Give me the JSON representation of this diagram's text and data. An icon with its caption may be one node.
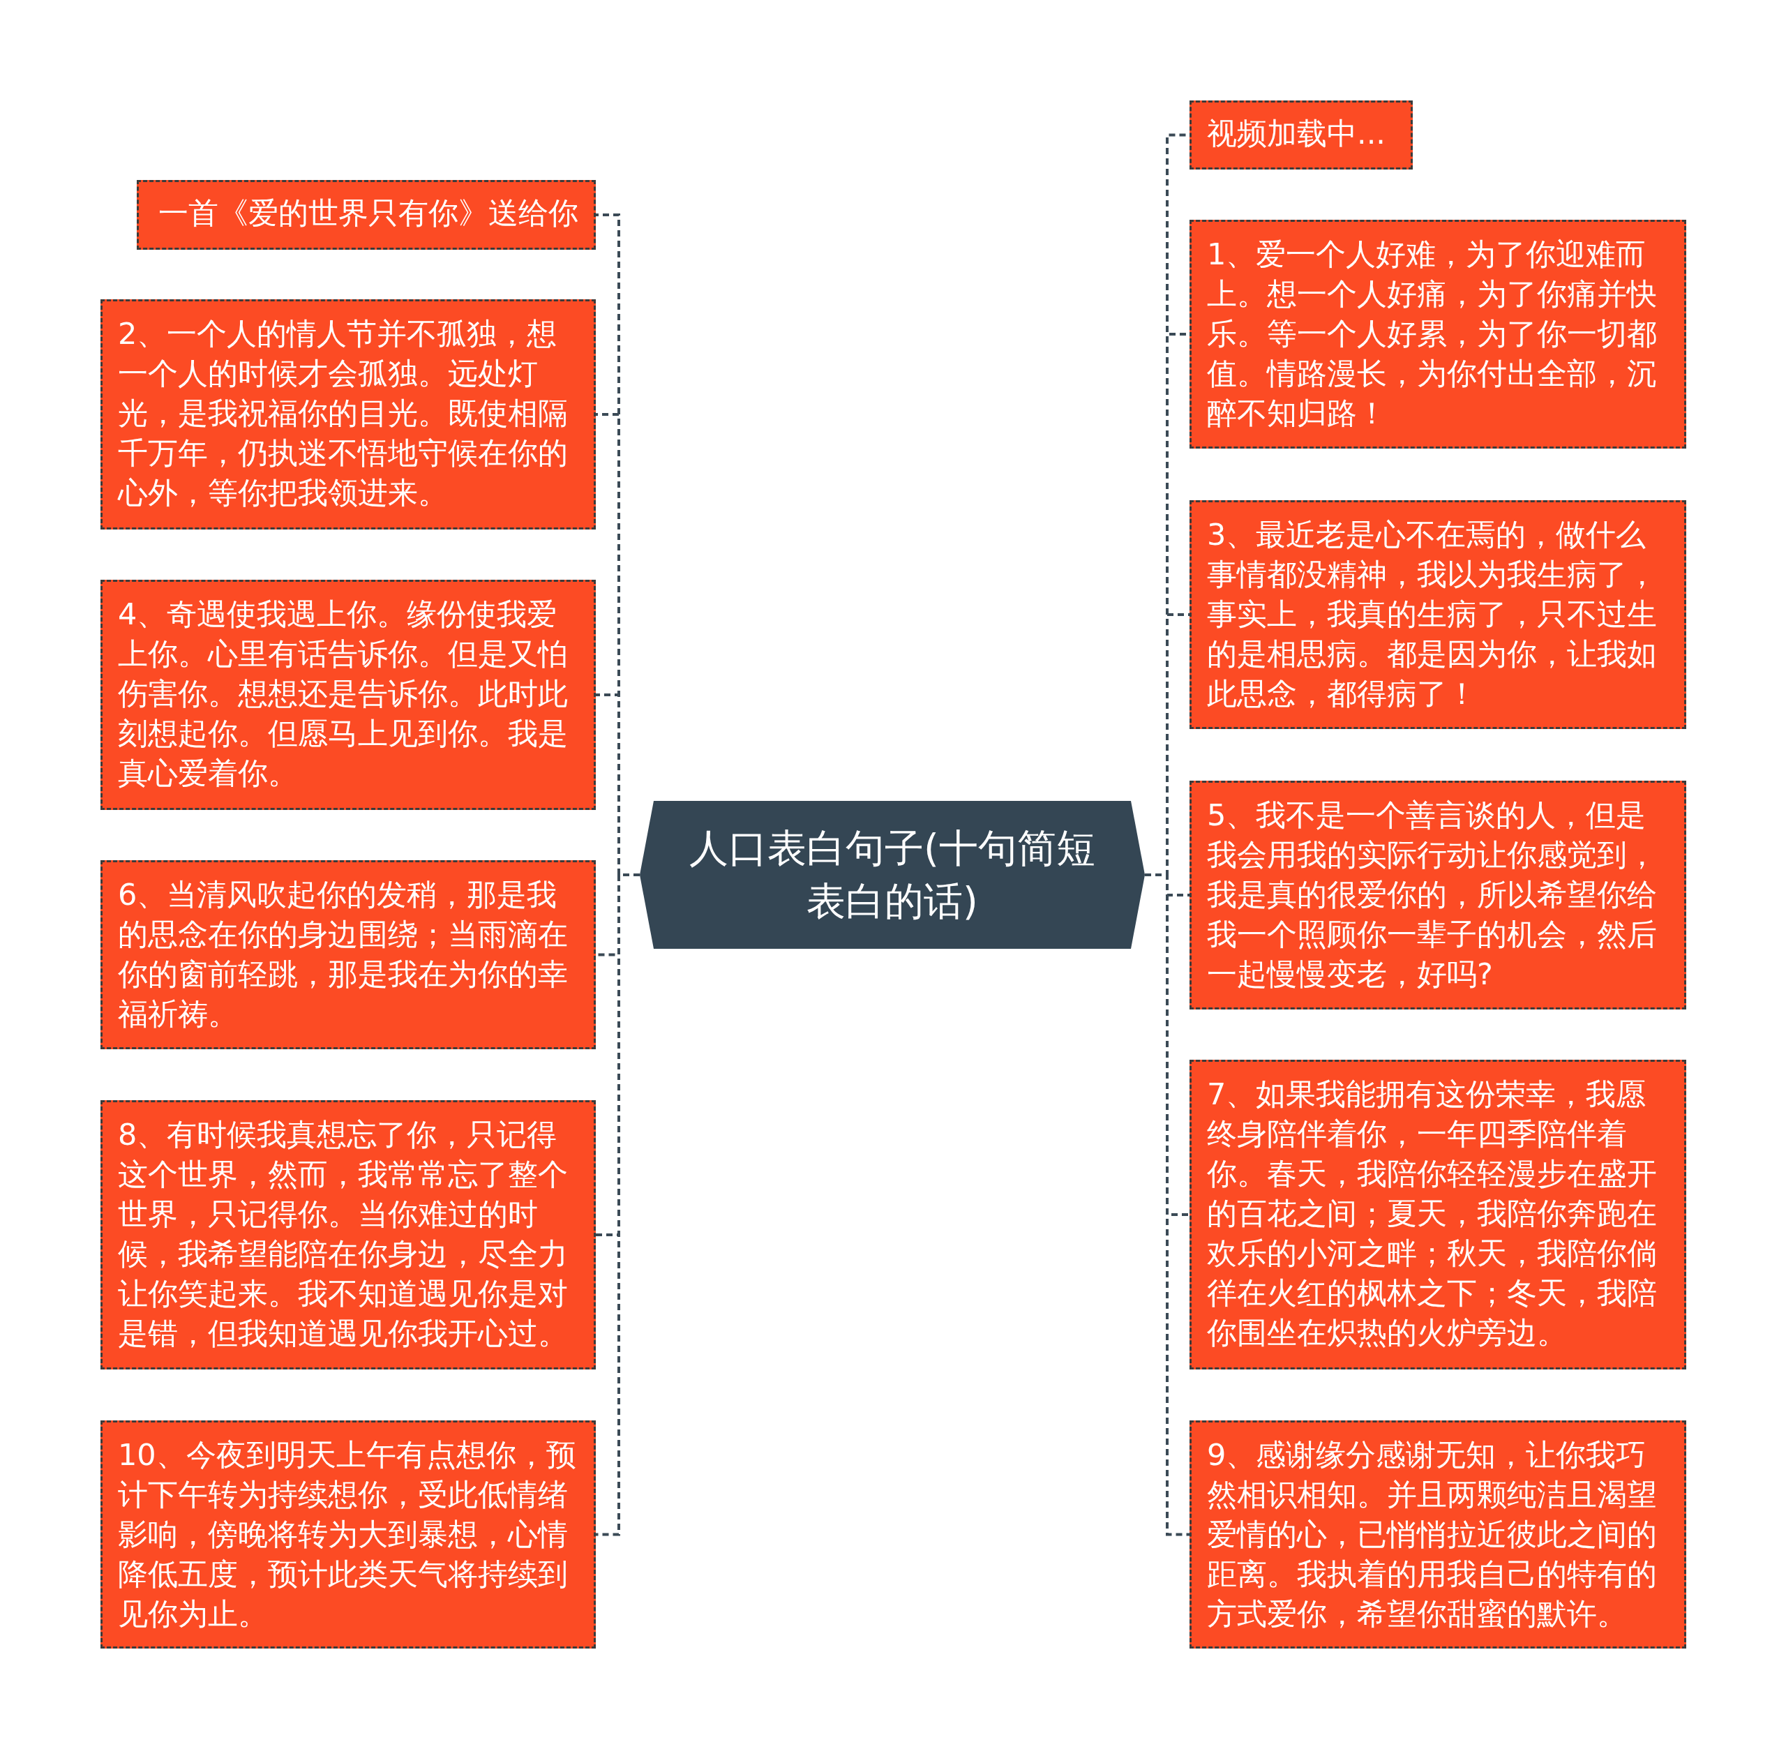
{
  "diagram": {
    "nodes": [
      {
        "text": [
          "人口表白句子(十句简短表白的话)"
        ]
      },
      {
        "text": [
          "一首《爱的世界只有你》送给你"
        ]
      },
      {
        "text": [
          "2、一个人的情人节并不孤独，想一个人的时候才会孤独。远处灯光，是我祝福你的目光。既使相隔千万年，仍执迷不悟地守候在你的心外，等你把我领进来。"
        ]
      },
      {
        "text": [
          "4、奇遇使我遇上你。缘份使我爱上你。心里有话告诉你。但是又怕伤害你。想想还是告诉你。此时此刻想起你。但愿马上见到你。我是真心爱着你。"
        ]
      },
      {
        "text": [
          "6、当清风吹起你的发稍，那是我的思念在你的身边围绕；当雨滴在你的窗前轻跳，那是我在为你的幸福祈祷。"
        ]
      },
      {
        "text": [
          "8、有时候我真想忘了你，只记得这个世界，然而，我常常忘了整个世界，只记得你。当你难过的时候，我希望能陪在你身边，尽全力让你笑起来。我不知道遇见你是对是错，但我知道遇见你我开心过。"
        ]
      },
      {
        "text": [
          "10、今夜到明天上午有点想你，预计下午转为持续想你，受此低情绪影响，傍晚将转为大到暴想，心情降低五度，预计此类天气将持续到见你为止。"
        ]
      },
      {
        "text": [
          "视频加载中..."
        ]
      },
      {
        "text": [
          "1、爱一个人好难，为了你迎难而上。想一个人好痛，为了你痛并快乐。等一个人好累，为了你一切都值。情路漫长，为你付出全部，沉醉不知归路！"
        ]
      },
      {
        "text": [
          "3、最近老是心不在焉的，做什么事情都没精神，我以为我生病了，事实上，我真的生病了，只不过生的是相思病。都是因为你，让我如此思念，都得病了！"
        ]
      },
      {
        "text": [
          "5、我不是一个善言谈的人，但是我会用我的实际行动让你感觉到，我是真的很爱你的，所以希望你给我一个照顾你一辈子的机会，然后一起慢慢变老，好吗?"
        ]
      },
      {
        "text": [
          "7、如果我能拥有这份荣幸，我愿终身陪伴着你，一年四季陪伴着你。春天，我陪你轻轻漫步在盛开的百花之间；夏天，我陪你奔跑在欢乐的小河之畔；秋天，我陪你倘徉在火红的枫林之下；冬天，我陪你围坐在炽热的火炉旁边。"
        ]
      },
      {
        "text": [
          "9、感谢缘分感谢无知，让你我巧然相识相知。并且两颗纯洁且渴望爱情的心，已悄悄拉近彼此之间的距离。我执着的用我自己的特有的方式爱你，希望你甜蜜的默许。"
        ]
      }
    ],
    "edges": [
      {
        "from": 0,
        "to": 1,
        "arrow": "none",
        "style": "dashed"
      },
      {
        "from": 0,
        "to": 2,
        "arrow": "none",
        "style": "dashed"
      },
      {
        "from": 0,
        "to": 3,
        "arrow": "none",
        "style": "dashed"
      },
      {
        "from": 0,
        "to": 4,
        "arrow": "none",
        "style": "dashed"
      },
      {
        "from": 0,
        "to": 5,
        "arrow": "none",
        "style": "dashed"
      },
      {
        "from": 0,
        "to": 6,
        "arrow": "none",
        "style": "dashed"
      },
      {
        "from": 0,
        "to": 7,
        "arrow": "none",
        "style": "dashed"
      },
      {
        "from": 0,
        "to": 8,
        "arrow": "none",
        "style": "dashed"
      },
      {
        "from": 0,
        "to": 9,
        "arrow": "none",
        "style": "dashed"
      },
      {
        "from": 0,
        "to": 10,
        "arrow": "none",
        "style": "dashed"
      },
      {
        "from": 0,
        "to": 11,
        "arrow": "none",
        "style": "dashed"
      },
      {
        "from": 0,
        "to": 12,
        "arrow": "none",
        "style": "dashed"
      }
    ]
  }
}
